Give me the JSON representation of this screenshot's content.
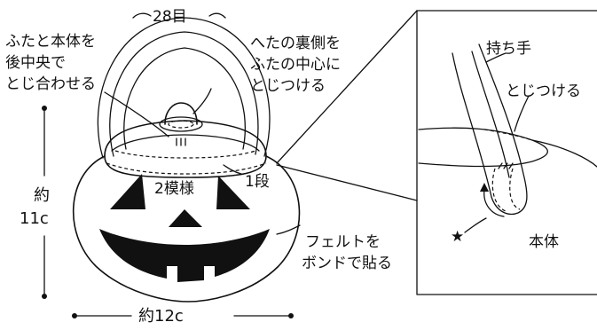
{
  "labels": {
    "stitch_count": "28目",
    "lid_join_l1": "ふたと本体を",
    "lid_join_l2": "後中央で",
    "lid_join_l3": "とじ合わせる",
    "stem_l1": "へたの裏側を",
    "stem_l2": "ふたの中心に",
    "stem_l3": "とじつける",
    "height_l1": "約",
    "height_l2": "11c",
    "pattern": "2模様",
    "row": "1段",
    "felt_l1": "フェルトを",
    "felt_l2": "ボンドで貼る",
    "width": "約12c",
    "handle": "持ち手",
    "attach": "とじつける",
    "star": "★",
    "body": "本体"
  }
}
